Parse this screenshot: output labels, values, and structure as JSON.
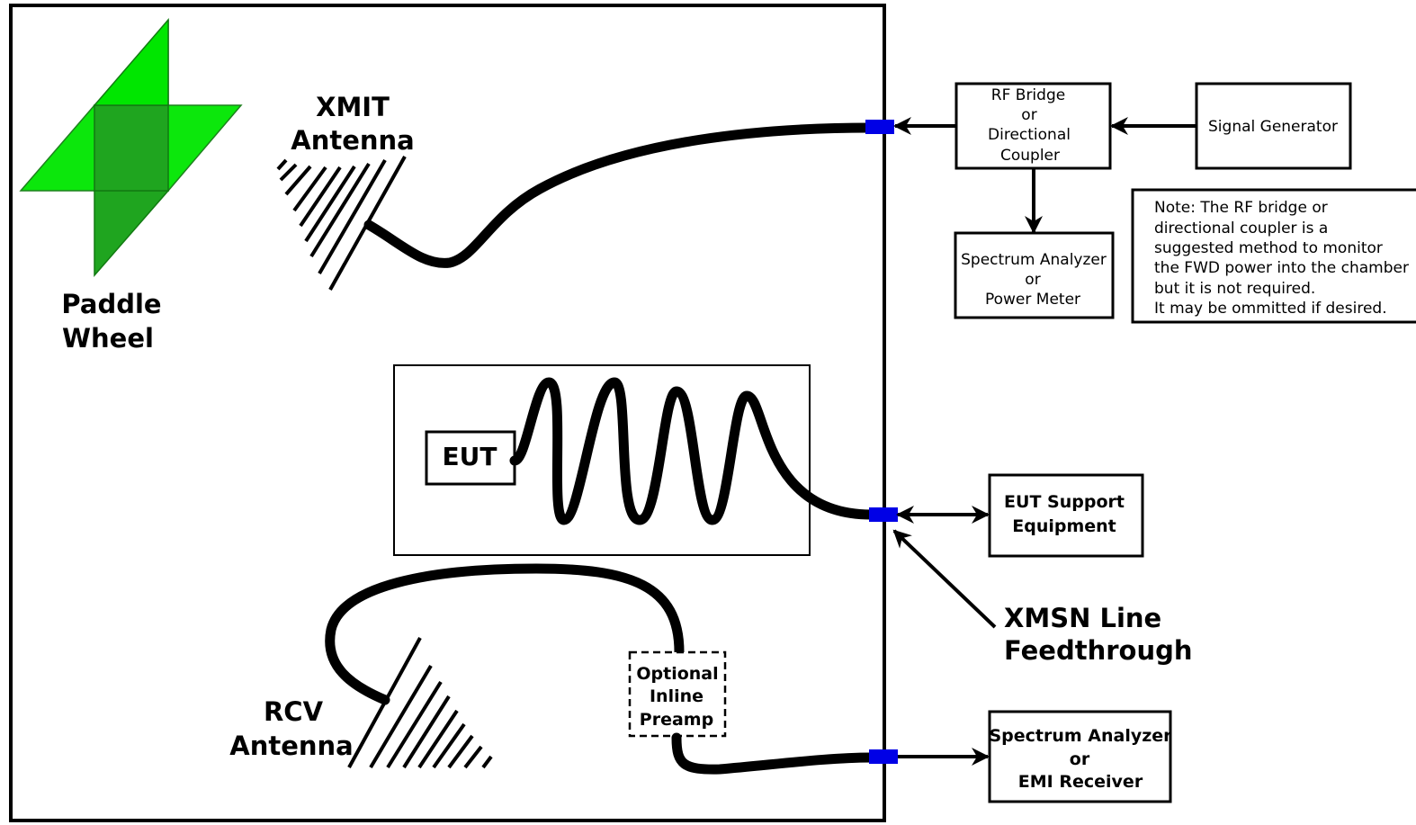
{
  "paddle_wheel": {
    "label_line1": "Paddle",
    "label_line2": "Wheel",
    "color_light": "#00e600",
    "color_dark": "#1fa51f"
  },
  "xmit_antenna": {
    "label_line1": "XMIT",
    "label_line2": "Antenna"
  },
  "rcv_antenna": {
    "label_line1": "RCV",
    "label_line2": "Antenna"
  },
  "eut": {
    "label": "EUT"
  },
  "preamp": {
    "line1": "Optional",
    "line2": "Inline",
    "line3": "Preamp"
  },
  "rf_bridge": {
    "line1": "RF Bridge",
    "line2": "or",
    "line3": "Directional",
    "line4": "Coupler"
  },
  "signal_generator": {
    "label": "Signal Generator"
  },
  "spectrum_analyzer_power": {
    "line1": "Spectrum Analyzer",
    "line2": "or",
    "line3": "Power Meter"
  },
  "note": {
    "line1": "Note: The RF bridge or",
    "line2": "directional coupler is a",
    "line3": "suggested method to monitor",
    "line4": "the FWD power into the chamber",
    "line5": "but it is not required.",
    "line6": "It may be ommitted if desired."
  },
  "eut_support": {
    "line1": "EUT Support",
    "line2": "Equipment"
  },
  "feedthrough": {
    "line1": "XMSN Line",
    "line2": "Feedthrough"
  },
  "emi_receiver": {
    "line1": "Spectrum Analyzer",
    "line2": "or",
    "line3": "EMI Receiver"
  },
  "colors": {
    "port": "#0000e6",
    "line": "#000000"
  }
}
